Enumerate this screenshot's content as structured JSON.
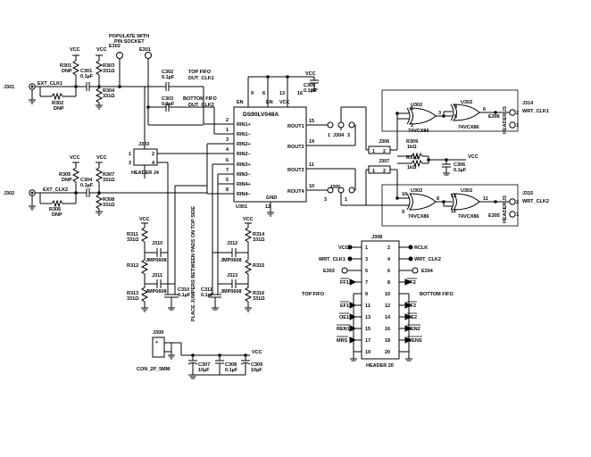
{
  "labels": {
    "vcc": "VCC",
    "j301": "J301",
    "j302": "J302",
    "ext_clk1": "EXT_CLK1",
    "ext_clk2": "EXT_CLK2",
    "r301": "R301",
    "r302": "R302",
    "r303": "R303",
    "r304": "R304",
    "r305": "R305",
    "r306": "R306",
    "r307": "R307",
    "r308": "R308",
    "dnp": "DNP",
    "ohm331": "331Ω",
    "c301": "C301",
    "c302": "C302",
    "c303": "C303",
    "c304": "C304",
    "c305": "C305",
    "c306": "C306",
    "c307": "C307",
    "c308": "C308",
    "c309": "C309",
    "c310": "C310",
    "c311": "C311",
    "cap01": "0.1µF",
    "cap10": "10µF",
    "cap01v": "0.1µF",
    "populate1": "POPULATE WITH",
    "populate2": "PIN SOCKET",
    "e301": "E301",
    "e302": "E302",
    "e303": "E303",
    "e304": "E304",
    "e305": "E305",
    "e306": "E306",
    "top_fifo1": "TOP FIFO",
    "top_fifo2": "DUT_CLK1",
    "bot_fifo1": "BOTTOM FIFO",
    "bot_fifo2": "DUT_CLK2",
    "u301_name": "DS90LV048A",
    "u301": "U301",
    "en": "EN",
    "enb": "EN",
    "gnd": "GND",
    "rin1p": "RIN1+",
    "rin1n": "RIN1−",
    "rin2p": "RIN2+",
    "rin2n": "RIN2−",
    "rin3p": "RIN3+",
    "rin3n": "RIN3−",
    "rin4p": "RIN4+",
    "rin4n": "RIN4−",
    "rout1": "ROUT1",
    "rout2": "ROUT2",
    "rout3": "ROUT3",
    "rout4": "ROUT4",
    "j303": "J303",
    "header4": "HEADER J4",
    "j304": "J304",
    "j305": "J305",
    "j306": "J306",
    "j307": "J307",
    "j308": "J308",
    "j309": "J309",
    "j310": "J310",
    "j311": "J311",
    "j312": "J312",
    "j313": "J313",
    "j314": "J314",
    "j315": "J315",
    "jmp": "JMP0608",
    "r309": "R309",
    "r310": "R310",
    "r1k": "1kΩ",
    "r311": "R311",
    "r312": "R312",
    "r313": "R313",
    "r314": "R314",
    "r315": "R315",
    "r316": "R316",
    "u302": "U302",
    "vcx": "74VCX86",
    "wrt_clk1": "WRT_CLK1",
    "wrt_clk2": "WRT_CLK2",
    "header_j3": "HEADER J3",
    "place_jumpers": "PLACE JUMPERS BETWEEN PADS ON TOP SIDE",
    "con2p": "CON_2P_5MM",
    "top_fifo": "TOP FIFO",
    "bottom_fifo": "BOTTOM FIFO",
    "rclk": "RCLK",
    "ff1": "FF1",
    "ff2": "FF2",
    "ef1": "EF1",
    "ef2": "EF2",
    "oe1": "OE1",
    "oe2": "OE2",
    "ren1": "REN1",
    "ren2": "REN2",
    "mrs": "MRS",
    "wens": "WENS",
    "header20": "HEADER 20",
    "plus": "+"
  },
  "u301_pins_left": [
    "2",
    "1",
    "3",
    "4",
    "6",
    "7",
    "5",
    "8"
  ],
  "u301_pins_right": [
    "15",
    "14",
    "11",
    "10"
  ],
  "u301_pins_top": [
    "9",
    "16"
  ],
  "u301_pin_bottom": "12",
  "u302_pins": [
    "1",
    "2",
    "3",
    "4",
    "5",
    "6",
    "10",
    "9",
    "8",
    "13",
    "12",
    "11"
  ],
  "j308_pins_left": [
    "1",
    "3",
    "5",
    "7",
    "9",
    "11",
    "13",
    "15",
    "17",
    "19"
  ],
  "j308_pins_right": [
    "2",
    "4",
    "6",
    "8",
    "10",
    "12",
    "14",
    "16",
    "18",
    "20"
  ],
  "j303_pins": [
    "1",
    "2",
    "3",
    "4"
  ],
  "j304_pins": [
    "1",
    "2",
    "3"
  ],
  "j305_pins": [
    "3",
    "2",
    "1"
  ],
  "j306_pins": [
    "1",
    "2"
  ],
  "j307_pins": [
    "1",
    "2"
  ],
  "header_j3_pins": [
    "2",
    "1",
    "2",
    "1"
  ]
}
